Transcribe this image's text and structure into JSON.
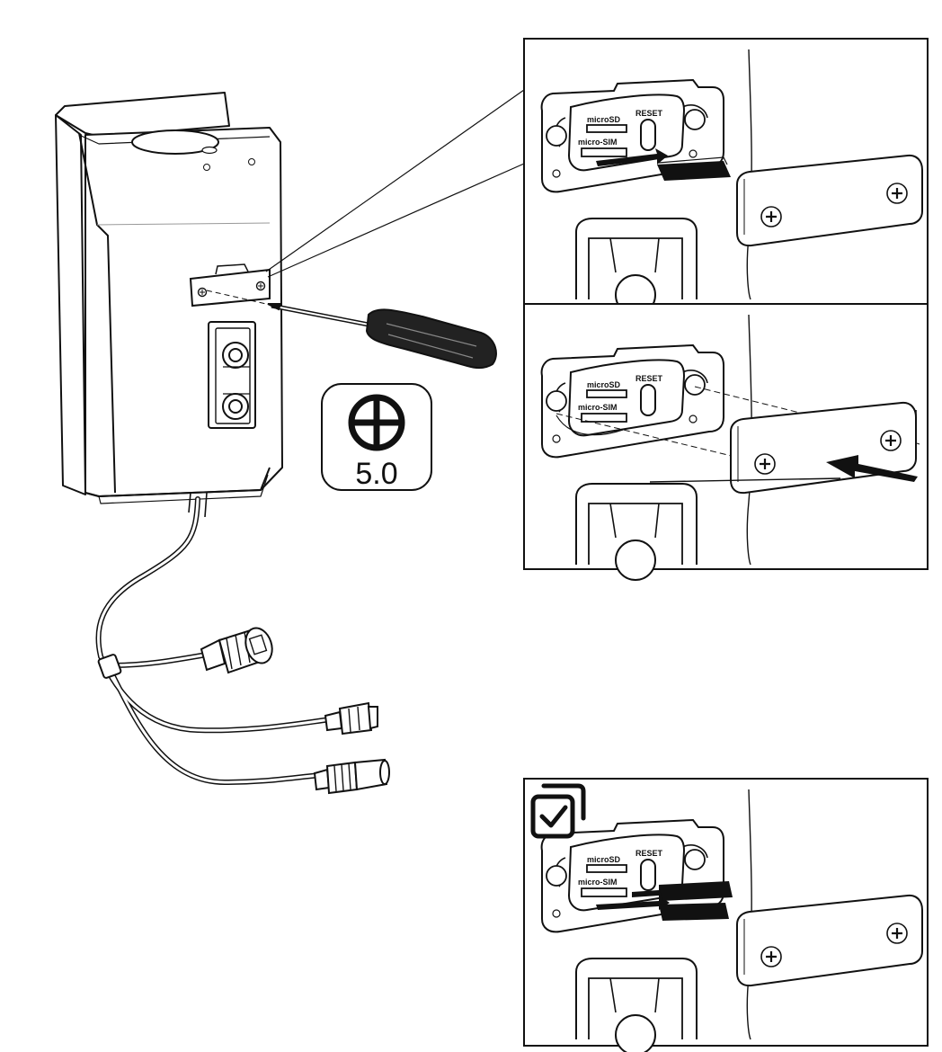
{
  "main_figure": {
    "tool_badge": {
      "icon": "phillips-screwdriver-icon",
      "size_label": "5.0"
    }
  },
  "panels": [
    {
      "id": "insert-sim",
      "labels": {
        "microsd": "microSD",
        "microsim": "micro-SIM",
        "reset": "RESET"
      },
      "check_badge": false
    },
    {
      "id": "reattach-cover",
      "labels": {
        "microsd": "microSD",
        "microsim": "micro-SIM",
        "reset": "RESET"
      },
      "check_badge": false
    },
    {
      "id": "verify",
      "labels": {
        "microsd": "microSD",
        "microsim": "micro-SIM",
        "reset": "RESET"
      },
      "check_badge": true,
      "check_icon": "checked-copies-icon"
    }
  ],
  "colors": {
    "line": "#111111",
    "background": "#ffffff",
    "card": "#111111"
  }
}
